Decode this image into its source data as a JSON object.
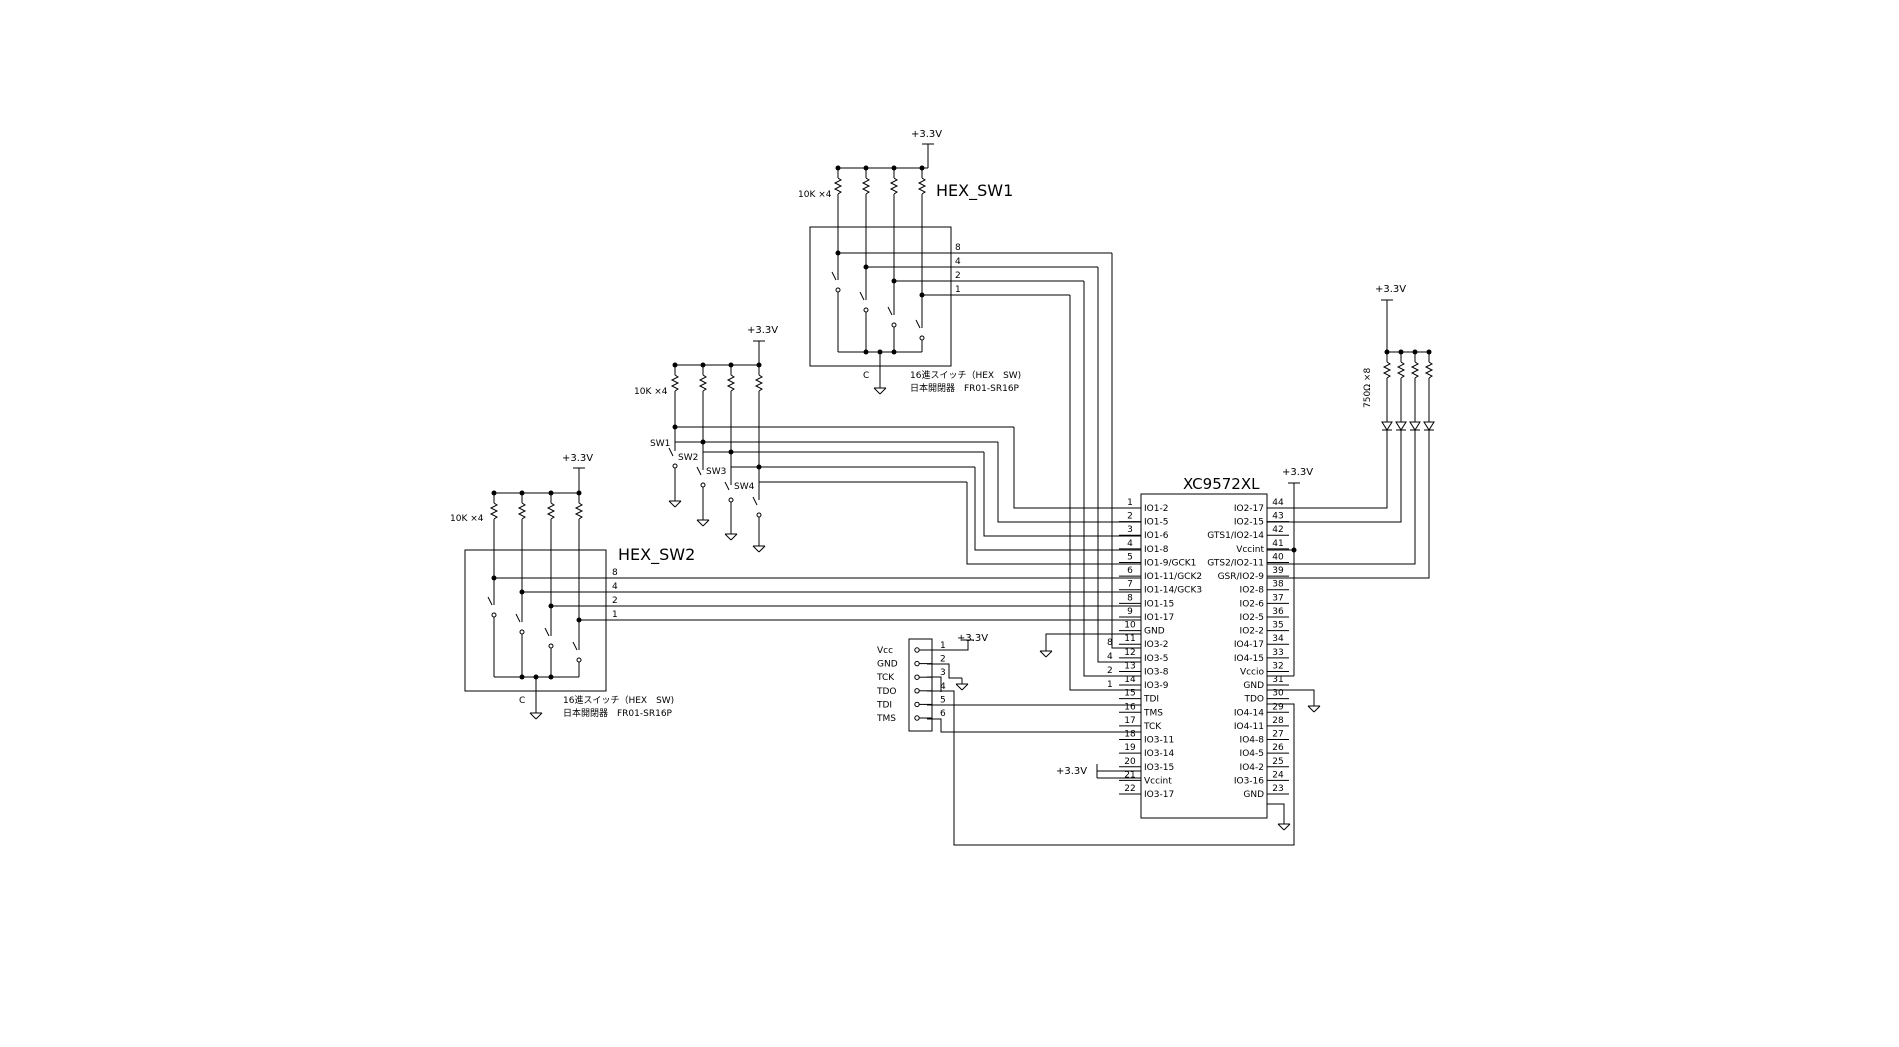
{
  "hex_sw1": {
    "title": "HEX_SW1",
    "supply": "+3.3V",
    "resistor_label": "10K ×4",
    "pins": [
      "8",
      "4",
      "2",
      "1"
    ],
    "common": "C",
    "desc_line1": "16進スイッチ（HEX　SW)",
    "desc_line2": "日本開閉器　FR01-SR16P"
  },
  "hex_sw2": {
    "title": "HEX_SW2",
    "supply": "+3.3V",
    "resistor_label": "10K ×4",
    "pins": [
      "8",
      "4",
      "2",
      "1"
    ],
    "common": "C",
    "desc_line1": "16進スイッチ（HEX　SW)",
    "desc_line2": "日本開閉器　FR01-SR16P"
  },
  "push_switches": {
    "supply": "+3.3V",
    "resistor_label": "10K ×4",
    "labels": [
      "SW1",
      "SW2",
      "SW3",
      "SW4"
    ]
  },
  "leds": {
    "supply": "+3.3V",
    "resistor_label": "750Ω ×8"
  },
  "cpld": {
    "part": "XC9572XL",
    "supply_right": "+3.3V",
    "supply_left": "+3.3V",
    "left_pins": [
      {
        "num": "1",
        "name": "IO1-2"
      },
      {
        "num": "2",
        "name": "IO1-5"
      },
      {
        "num": "3",
        "name": "IO1-6"
      },
      {
        "num": "4",
        "name": "IO1-8"
      },
      {
        "num": "5",
        "name": "IO1-9/GCK1"
      },
      {
        "num": "6",
        "name": "IO1-11/GCK2"
      },
      {
        "num": "7",
        "name": "IO1-14/GCK3"
      },
      {
        "num": "8",
        "name": "IO1-15"
      },
      {
        "num": "9",
        "name": "IO1-17"
      },
      {
        "num": "10",
        "name": "GND"
      },
      {
        "num": "11",
        "name": "IO3-2"
      },
      {
        "num": "12",
        "name": "IO3-5"
      },
      {
        "num": "13",
        "name": "IO3-8"
      },
      {
        "num": "14",
        "name": "IO3-9"
      },
      {
        "num": "15",
        "name": "TDI"
      },
      {
        "num": "16",
        "name": "TMS"
      },
      {
        "num": "17",
        "name": "TCK"
      },
      {
        "num": "18",
        "name": "IO3-11"
      },
      {
        "num": "19",
        "name": "IO3-14"
      },
      {
        "num": "20",
        "name": "IO3-15"
      },
      {
        "num": "21",
        "name": "Vccint"
      },
      {
        "num": "22",
        "name": "IO3-17"
      }
    ],
    "right_pins": [
      {
        "num": "44",
        "name": "IO2-17"
      },
      {
        "num": "43",
        "name": "IO2-15"
      },
      {
        "num": "42",
        "name": "GTS1/IO2-14"
      },
      {
        "num": "41",
        "name": "Vccint"
      },
      {
        "num": "40",
        "name": "GTS2/IO2-11"
      },
      {
        "num": "39",
        "name": "GSR/IO2-9"
      },
      {
        "num": "38",
        "name": "IO2-8"
      },
      {
        "num": "37",
        "name": "IO2-6"
      },
      {
        "num": "36",
        "name": "IO2-5"
      },
      {
        "num": "35",
        "name": "IO2-2"
      },
      {
        "num": "34",
        "name": "IO4-17"
      },
      {
        "num": "33",
        "name": "IO4-15"
      },
      {
        "num": "32",
        "name": "Vccio"
      },
      {
        "num": "31",
        "name": "GND"
      },
      {
        "num": "30",
        "name": "TDO"
      },
      {
        "num": "29",
        "name": "IO4-14"
      },
      {
        "num": "28",
        "name": "IO4-11"
      },
      {
        "num": "27",
        "name": "IO4-8"
      },
      {
        "num": "26",
        "name": "IO4-5"
      },
      {
        "num": "25",
        "name": "IO4-2"
      },
      {
        "num": "24",
        "name": "IO3-16"
      },
      {
        "num": "23",
        "name": "GND"
      }
    ],
    "hex_sw1_pin_marks": [
      "8",
      "4",
      "2",
      "1"
    ]
  },
  "jtag": {
    "supply": "+3.3V",
    "signals": [
      "Vcc",
      "GND",
      "TCK",
      "TDO",
      "TDI",
      "TMS"
    ],
    "pins": [
      "1",
      "2",
      "3",
      "4",
      "5",
      "6"
    ]
  }
}
